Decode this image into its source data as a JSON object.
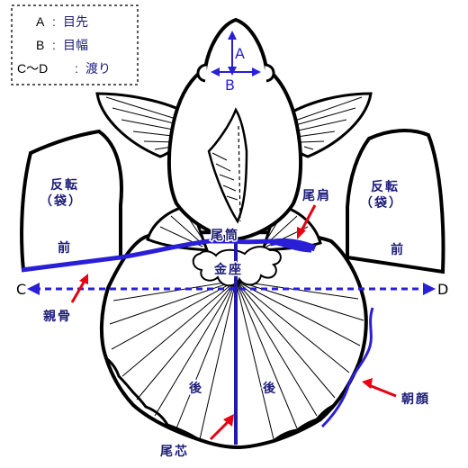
{
  "colors": {
    "outline": "#000000",
    "accent_blue": "#2a1fd6",
    "label_text": "#1c1c7a",
    "pointer_red": "#e60012",
    "halo": "#ffffff"
  },
  "legend": {
    "a_letter": "A",
    "a_sep": ":",
    "a_text": "目先",
    "b_letter": "B",
    "b_sep": ":",
    "b_text": "目幅",
    "cd_letter": "C〜D",
    "cd_sep": ":",
    "cd_text": "渡り"
  },
  "markers": {
    "a": "A",
    "b": "B",
    "c": "C",
    "d": "D"
  },
  "labels": {
    "hanten_left": "反転",
    "fukuro_left": "（袋）",
    "hanten_right": "反転",
    "fukuro_right": "（袋）",
    "mae_left": "前",
    "mae_right": "前",
    "bito": "尾筒",
    "kinza": "金座",
    "bikata": "尾肩",
    "oyabone": "親骨",
    "ushiro_left": "後",
    "ushiro_right": "後",
    "asagao": "朝顔",
    "bishin": "尾芯"
  }
}
